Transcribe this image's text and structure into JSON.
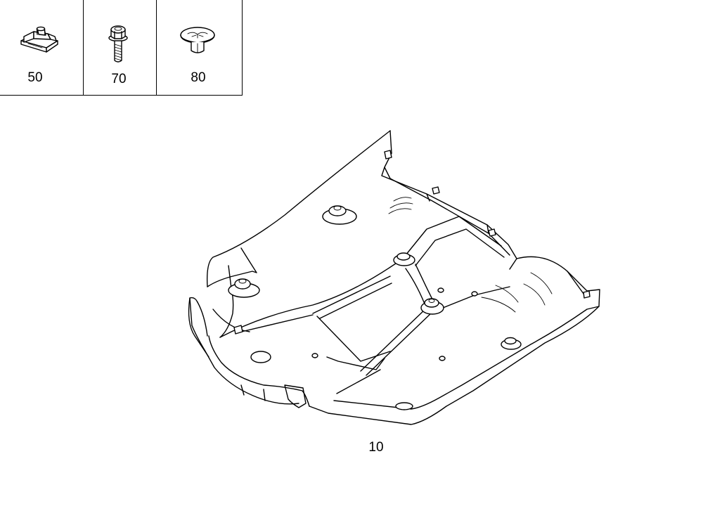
{
  "parts_table": {
    "cells": [
      {
        "part_number": "50",
        "icon": "clip-nut-icon"
      },
      {
        "part_number": "70",
        "icon": "hex-bolt-icon"
      },
      {
        "part_number": "80",
        "icon": "expansion-rivet-icon"
      }
    ]
  },
  "main_part": {
    "part_number": "10",
    "icon": "underbody-panel-icon"
  }
}
